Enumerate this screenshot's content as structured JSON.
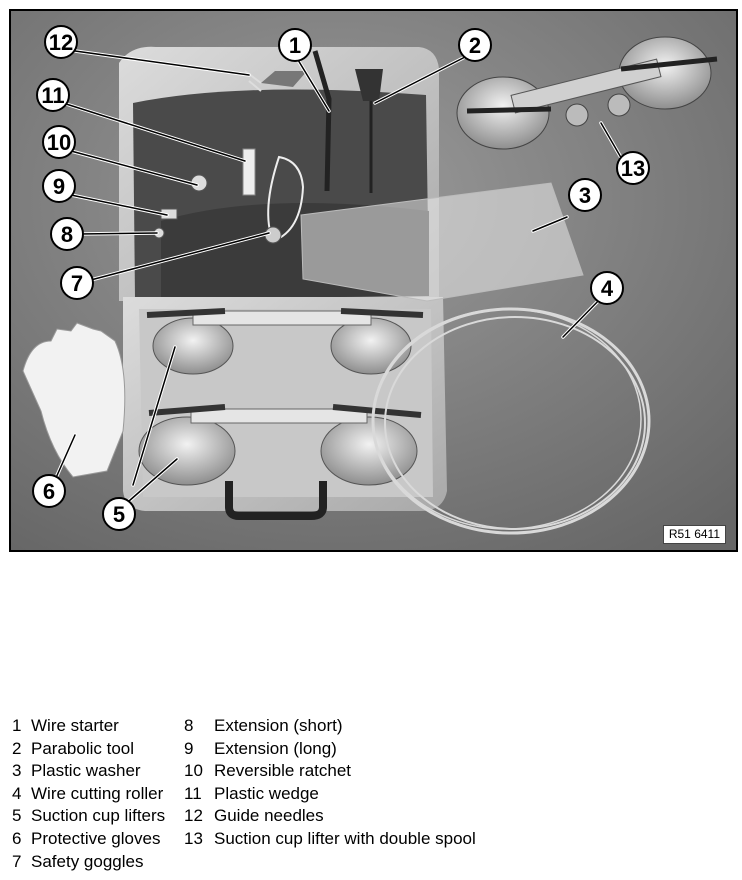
{
  "figure": {
    "reference_code": "R51 6411",
    "callouts": [
      "1",
      "2",
      "3",
      "4",
      "5",
      "6",
      "7",
      "8",
      "9",
      "10",
      "11",
      "12",
      "13"
    ]
  },
  "legend": {
    "rows": [
      [
        {
          "num": "1",
          "text": "Wire starter"
        },
        {
          "num": "8",
          "text": "Extension (short)"
        }
      ],
      [
        {
          "num": "2",
          "text": "Parabolic tool"
        },
        {
          "num": "9",
          "text": "Extension (long)"
        }
      ],
      [
        {
          "num": "3",
          "text": "Plastic washer"
        },
        {
          "num": "10",
          "text": "Reversible ratchet"
        }
      ],
      [
        {
          "num": "4",
          "text": "Wire cutting roller"
        },
        {
          "num": "11",
          "text": "Plastic wedge"
        }
      ],
      [
        {
          "num": "5",
          "text": "Suction cup lifters"
        },
        {
          "num": "12",
          "text": "Guide needles"
        }
      ],
      [
        {
          "num": "6",
          "text": "Protective gloves"
        },
        {
          "num": "13",
          "text": "Suction cup lifter with double spool"
        }
      ],
      [
        {
          "num": "7",
          "text": "Safety goggles"
        },
        null
      ]
    ]
  }
}
